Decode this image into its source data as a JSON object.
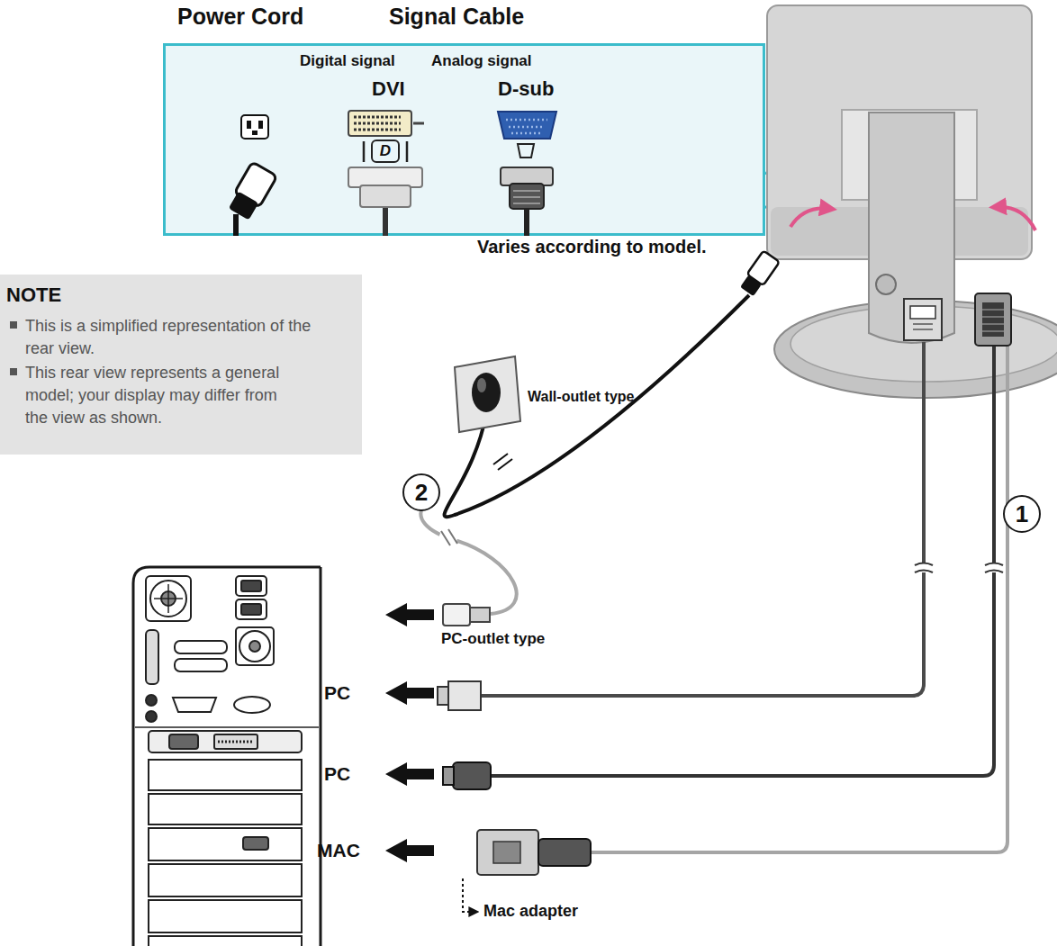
{
  "diagram": {
    "nodes": [
      {
        "text": [
          "Power Cord",
          "Signal Cable",
          "Digital signal",
          "Analog signal",
          "DVI",
          "D-sub"
        ]
      },
      {
        "text": [
          "NOTE",
          "This is a simplified representation of the rear view.",
          "This rear view represents a general model; your display may differ from the view as shown."
        ]
      },
      {
        "text": [
          "2"
        ]
      },
      {
        "text": [
          "1"
        ]
      }
    ],
    "labels": [
      "D",
      "Varies according to model.",
      "Wall-outlet type",
      "PC-outlet type",
      "PC",
      "PC",
      "MAC",
      "Mac adapter"
    ]
  }
}
